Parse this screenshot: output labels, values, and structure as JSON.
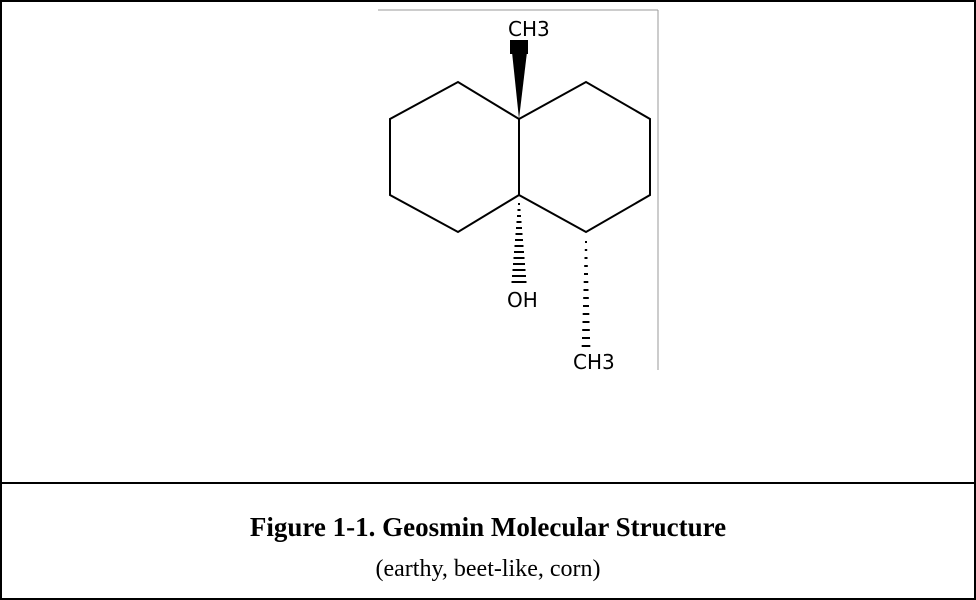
{
  "figure": {
    "title": "Figure 1-1.  Geosmin Molecular Structure",
    "subtitle": "(earthy, beet-like, corn)"
  },
  "molecule": {
    "labels": {
      "methyl_top": "CH3",
      "hydroxyl": "OH",
      "methyl_bottom": "CH3"
    },
    "colors": {
      "ink": "#000000",
      "frame": "#000000",
      "background": "#ffffff",
      "guide_line": "#9a9a9a"
    }
  }
}
